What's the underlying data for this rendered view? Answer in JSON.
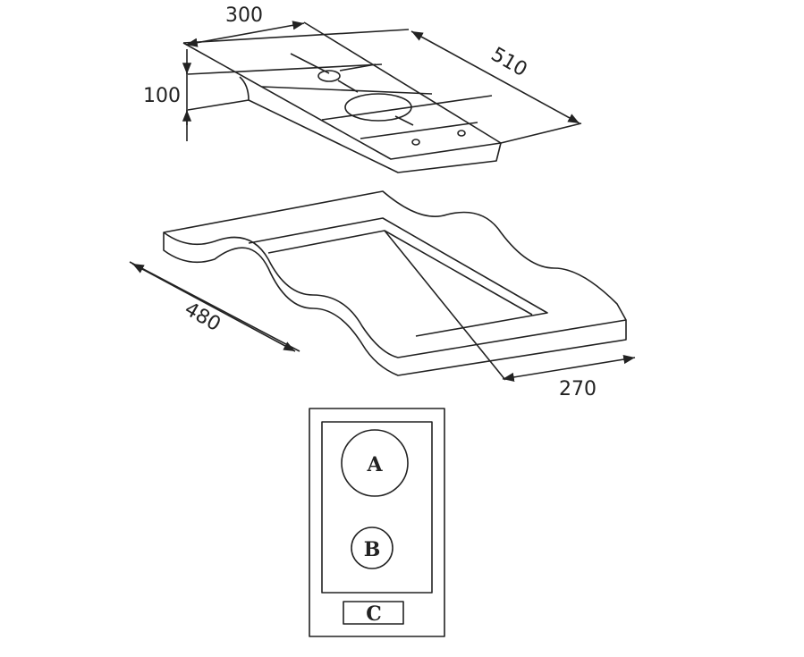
{
  "dimensions": {
    "hob_width": "300",
    "hob_depth": "510",
    "hob_height": "100",
    "cutout_depth": "480",
    "cutout_width": "270"
  },
  "top_view_labels": {
    "zone_a": "A",
    "zone_b": "B",
    "control": "C"
  },
  "colors": {
    "line": "#222222",
    "background": "#ffffff"
  }
}
